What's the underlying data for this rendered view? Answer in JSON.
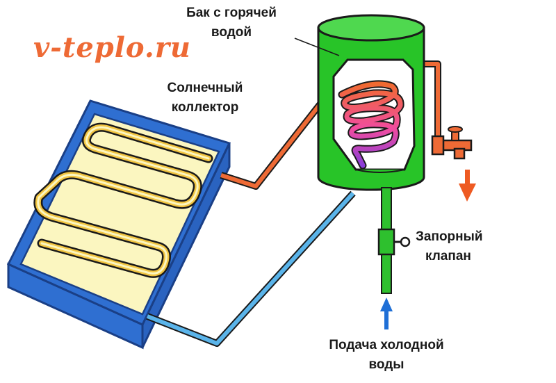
{
  "watermark": "v-teplo.ru",
  "labels": {
    "tank_line1": "Бак с горячей",
    "tank_line2": "водой",
    "collector_line1": "Солнечный",
    "collector_line2": "коллектор",
    "valve_line1": "Запорный",
    "valve_line2": "клапан",
    "supply_line1": "Подача холодной",
    "supply_line2": "воды"
  },
  "colors": {
    "collector_frame": "#2f6fd1",
    "collector_fill": "#fbf6c0",
    "coil": "#f2c542",
    "tank": "#28c428",
    "hot_pipe": "#ee6a35",
    "cold_pipe": "#5ab4ea",
    "supply_pipe": "#2ec02e",
    "hot_arrow": "#ee5a22",
    "cold_arrow": "#1f6fd6"
  }
}
